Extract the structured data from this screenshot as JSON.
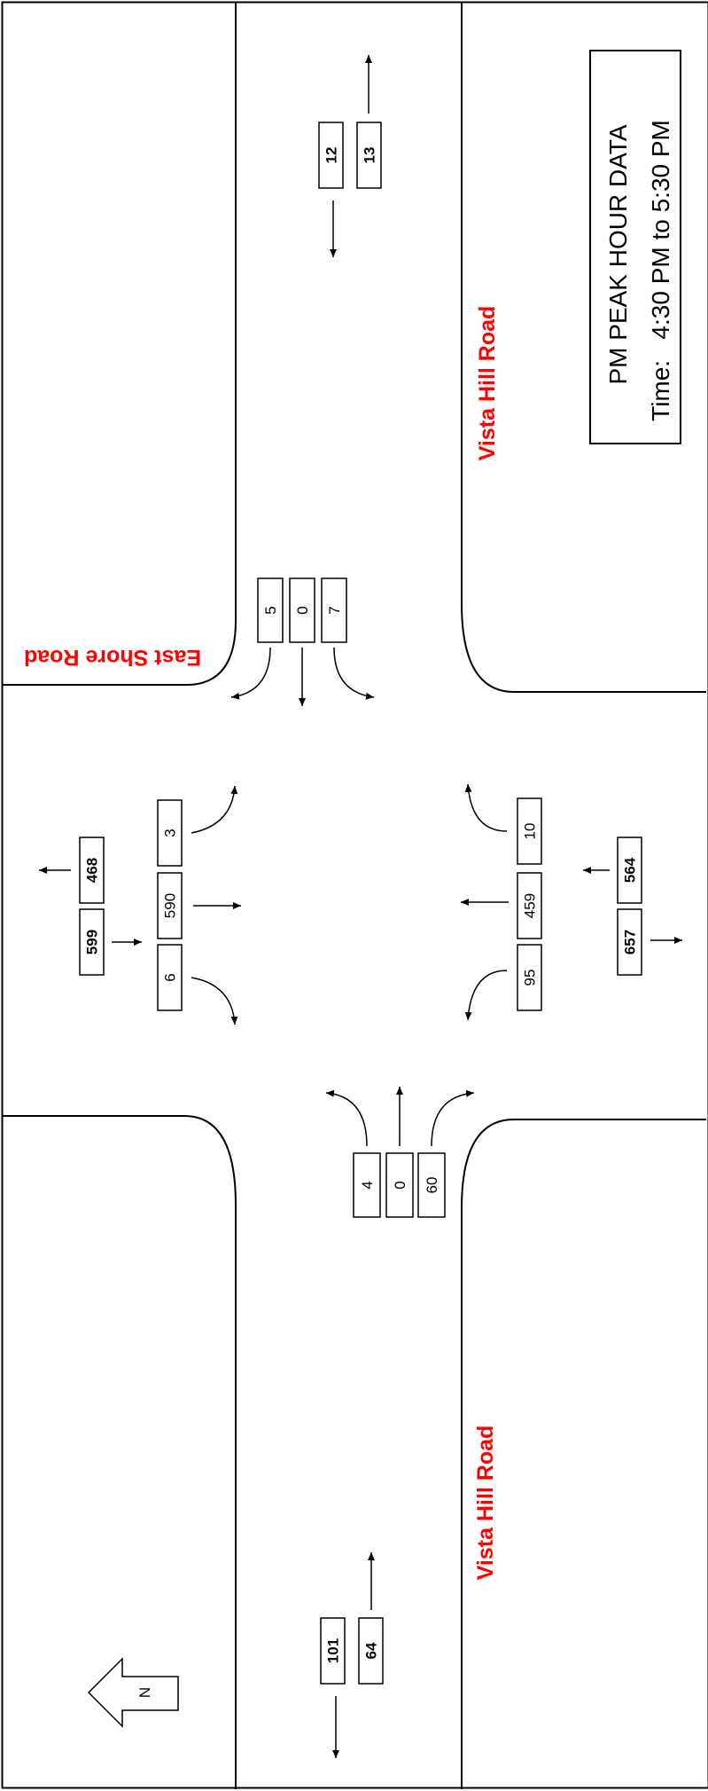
{
  "roads": {
    "east_shore": "East Shore Road",
    "vista_hill_top": "Vista Hill Road",
    "vista_hill_bottom": "Vista Hill Road"
  },
  "north_label": "N",
  "title_box": {
    "title": "PM PEAK HOUR DATA",
    "time": "Time:   4:30 PM to 5:30 PM"
  },
  "volumes": {
    "east_shore_approach": {
      "a": "5",
      "b": "0",
      "c": "7"
    },
    "south_approach": {
      "a": "4",
      "b": "0",
      "c": "60"
    },
    "west_leg": {
      "left": "6",
      "through": "590",
      "right": "3",
      "entering": "599",
      "exiting": "468"
    },
    "east_leg": {
      "left": "95",
      "through": "459",
      "right": "10",
      "exiting": "657",
      "entering": "564"
    },
    "top_offsite": {
      "a": "12",
      "b": "13"
    },
    "bottom_offsite": {
      "a": "101",
      "b": "64"
    }
  }
}
